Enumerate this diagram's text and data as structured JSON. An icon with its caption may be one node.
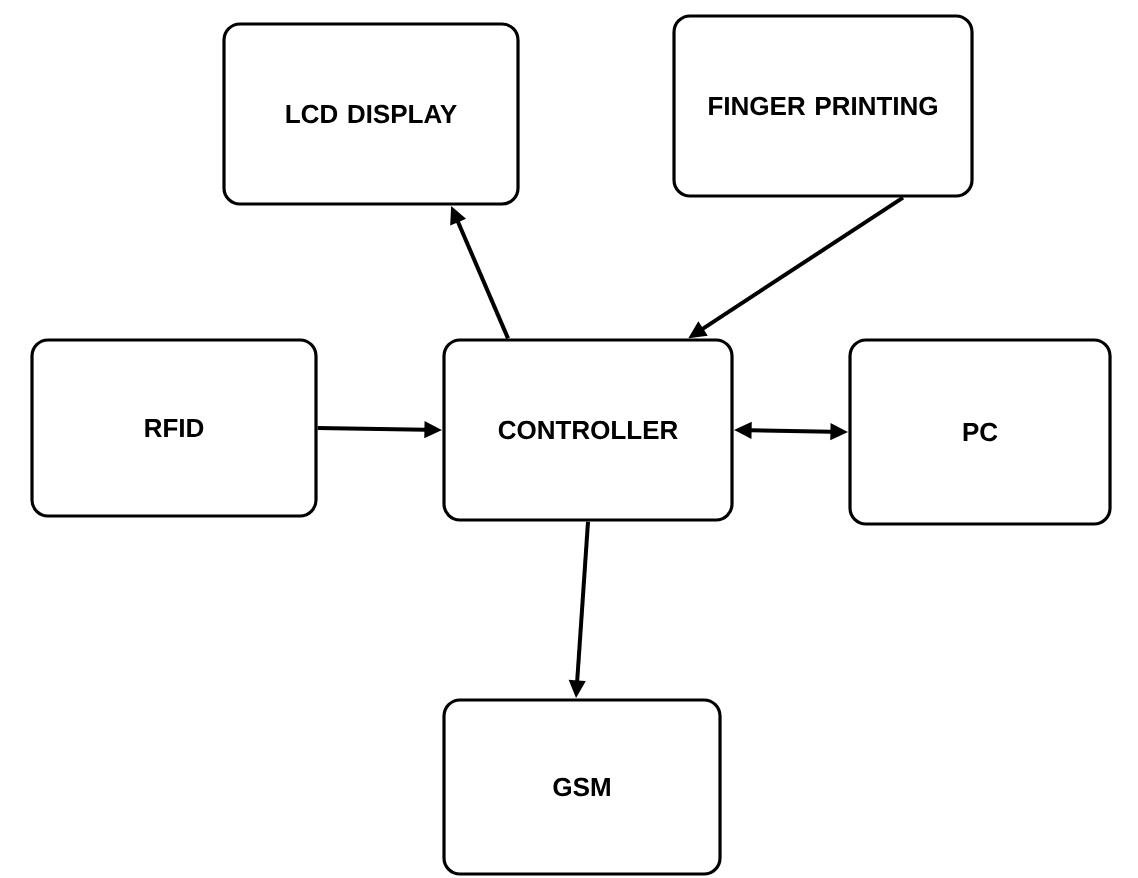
{
  "diagram": {
    "nodes": [
      {
        "text": [
          "LCD DISPLAY"
        ]
      },
      {
        "text": [
          "FINGER PRINTING"
        ]
      },
      {
        "text": [
          "RFID"
        ]
      },
      {
        "text": [
          "CONTROLLER"
        ]
      },
      {
        "text": [
          "PC"
        ]
      },
      {
        "text": [
          "GSM"
        ]
      }
    ],
    "edges": [
      {
        "from": 3,
        "to": 0,
        "arrow": "to"
      },
      {
        "from": 1,
        "to": 3,
        "arrow": "to"
      },
      {
        "from": 2,
        "to": 3,
        "arrow": "to"
      },
      {
        "from": 3,
        "to": 4,
        "arrow": "both"
      },
      {
        "from": 3,
        "to": 5,
        "arrow": "to"
      }
    ]
  }
}
